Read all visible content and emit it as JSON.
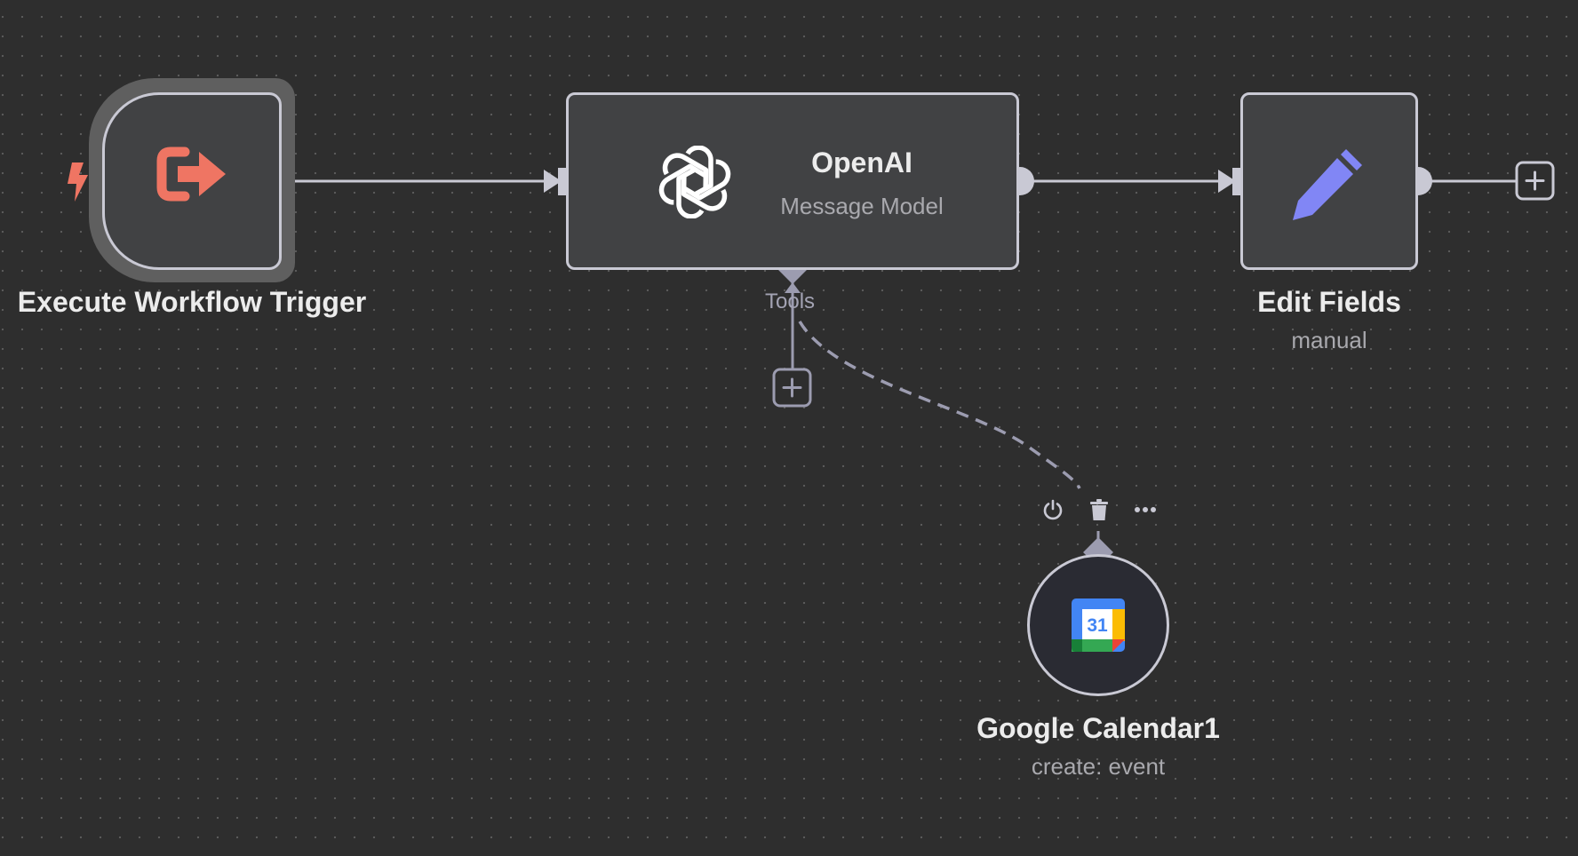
{
  "nodes": {
    "trigger": {
      "title": "Execute Workflow Trigger",
      "icon": "sign-out-arrow-icon",
      "trigger_badge_icon": "lightning-bolt-icon"
    },
    "openai": {
      "title": "OpenAI",
      "subtitle": "Message Model",
      "icon": "openai-logo-icon",
      "tools_label": "Tools"
    },
    "edit_fields": {
      "title": "Edit Fields",
      "subtitle": "manual",
      "icon": "pencil-icon"
    },
    "google_calendar": {
      "title": "Google Calendar1",
      "subtitle": "create: event",
      "icon": "google-calendar-icon",
      "icon_text": "31",
      "toolbar": [
        "power-icon",
        "trash-icon",
        "more-horizontal-icon"
      ]
    }
  },
  "colors": {
    "canvas_bg": "#2e2e2e",
    "node_bg": "#414244",
    "node_border": "#c9c9d4",
    "trigger_accent": "#ef7563",
    "pencil_accent": "#8186f5",
    "wire": "#c9c9d4",
    "tool_wire": "#9c9cb0"
  }
}
